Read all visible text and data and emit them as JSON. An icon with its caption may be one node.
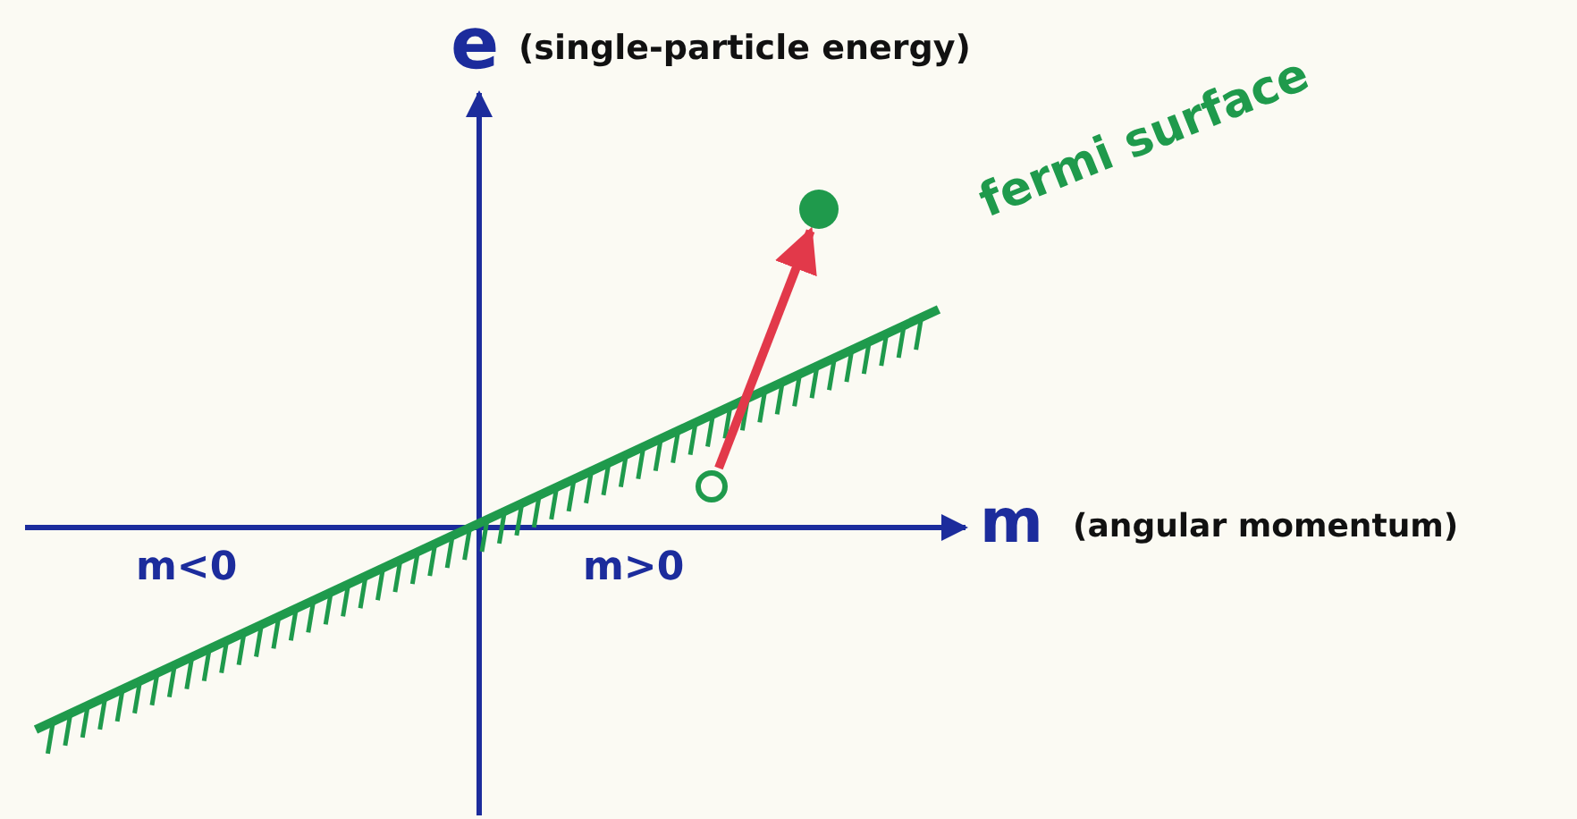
{
  "diagram": {
    "nodes": [
      {
        "text": [],
        "shape": "circle"
      },
      {
        "text": [],
        "shape": "circle"
      }
    ],
    "edges": [
      {
        "from": 0,
        "to": 1,
        "arrow": "to"
      }
    ],
    "labels": [
      "e",
      "(single-particle energy)",
      "fermi surface",
      "m",
      "(angular momentum)",
      "m<0",
      "m>0"
    ]
  }
}
